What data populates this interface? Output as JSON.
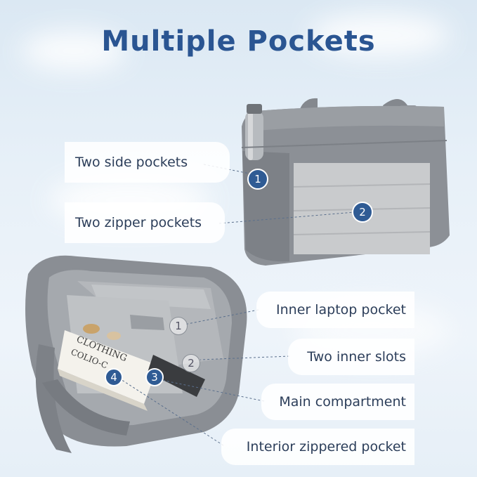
{
  "title": "Multiple Pockets",
  "callouts": {
    "side_pockets": "Two side pockets",
    "zipper_pockets": "Two zipper pockets",
    "inner_laptop": "Inner laptop pocket",
    "inner_slots": "Two inner slots",
    "main_compartment": "Main compartment",
    "interior_zippered": "Interior zippered pocket"
  },
  "badges": {
    "exterior_1": "1",
    "exterior_2": "2",
    "interior_1": "1",
    "interior_2": "2",
    "interior_3": "3",
    "interior_4": "4"
  },
  "book_text": {
    "line1": "CLOTHING",
    "line2": "COLIO-C"
  },
  "colors": {
    "title": "#2a5592",
    "badge_fill": "#2f5b94",
    "bag_gray": "#8c9096",
    "bag_panel": "#c9cbcd",
    "label_text": "#2c3e5a"
  }
}
